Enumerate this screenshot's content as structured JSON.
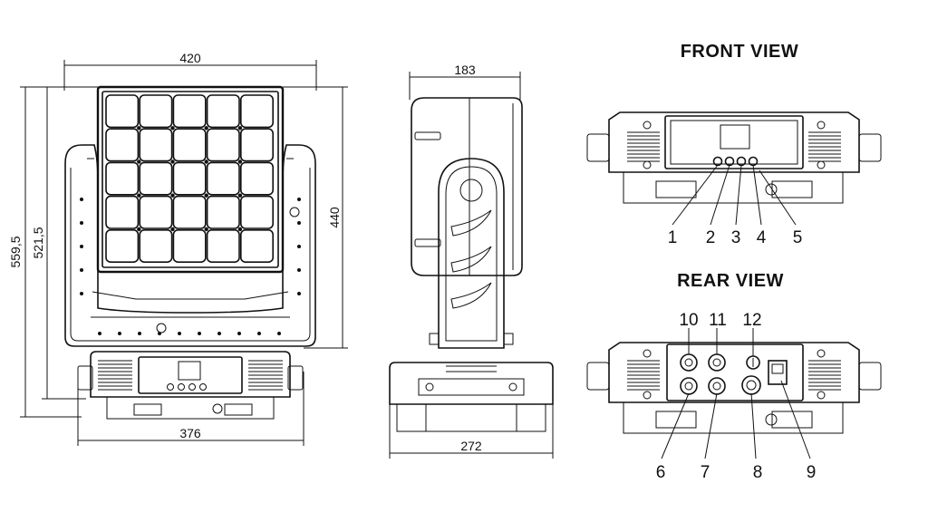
{
  "dimensions": {
    "front_width_top": "420",
    "front_width_base": "376",
    "front_height_overall": "559,5",
    "front_height_inner": "521,5",
    "front_height_head": "440",
    "side_depth_top": "183",
    "side_depth_base": "272"
  },
  "panels": {
    "front_title": "FRONT VIEW",
    "rear_title": "REAR VIEW"
  },
  "callouts": {
    "front": [
      "1",
      "2",
      "3",
      "4",
      "5"
    ],
    "rear_top": [
      "10",
      "11",
      "12"
    ],
    "rear_bottom": [
      "6",
      "7",
      "8",
      "9"
    ]
  },
  "led_grid": {
    "rows": 5,
    "cols": 5
  }
}
